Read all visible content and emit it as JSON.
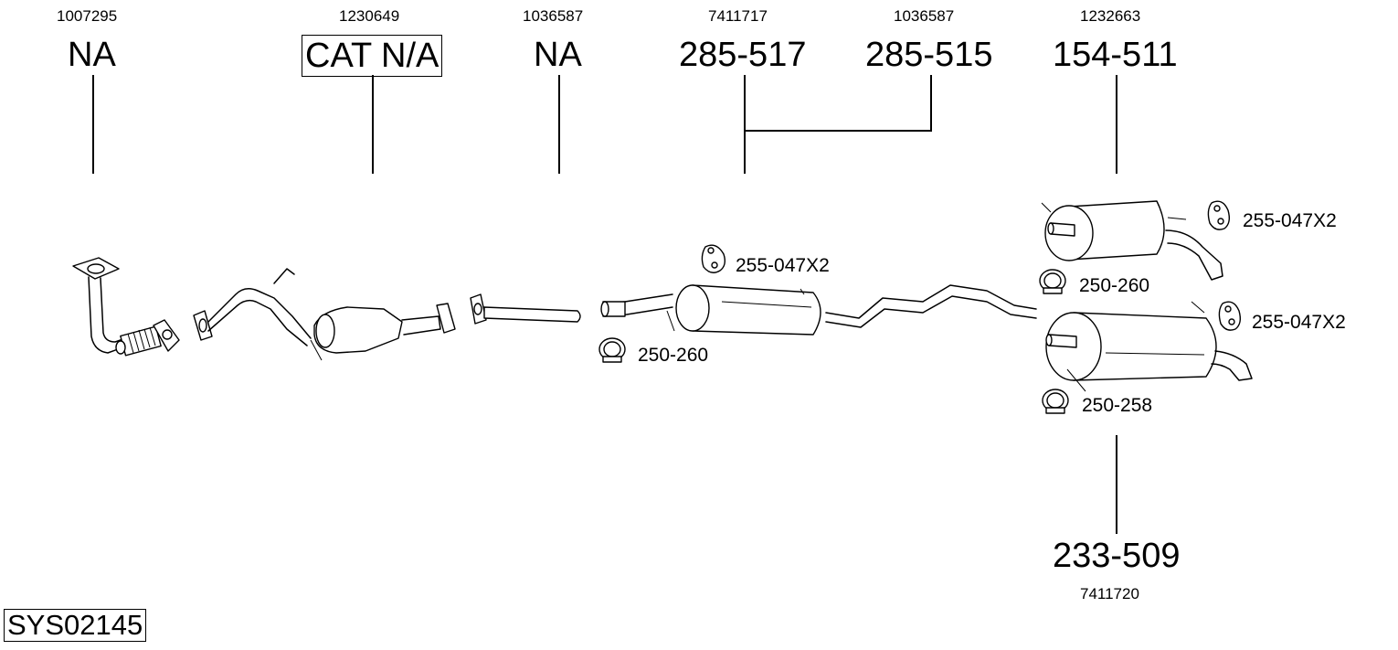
{
  "system_code": "SYS02145",
  "columns": [
    {
      "oe_number": "1007295",
      "part_number": "NA"
    },
    {
      "oe_number": "1230649",
      "part_number": "CAT N/A"
    },
    {
      "oe_number": "1036587",
      "part_number": "NA"
    },
    {
      "oe_number": "7411717",
      "part_number": "285-517"
    },
    {
      "oe_number": "1036587",
      "part_number": "285-515"
    },
    {
      "oe_number": "1232663",
      "part_number": "154-511"
    }
  ],
  "bottom": {
    "part_number": "233-509",
    "oe_number": "7411720"
  },
  "accessories": {
    "hanger_mid": "255-047X2",
    "clamp_mid": "250-260",
    "hanger_upper_rear": "255-047X2",
    "clamp_upper_rear": "250-260",
    "hanger_lower_rear": "255-047X2",
    "clamp_lower_rear": "250-258"
  }
}
